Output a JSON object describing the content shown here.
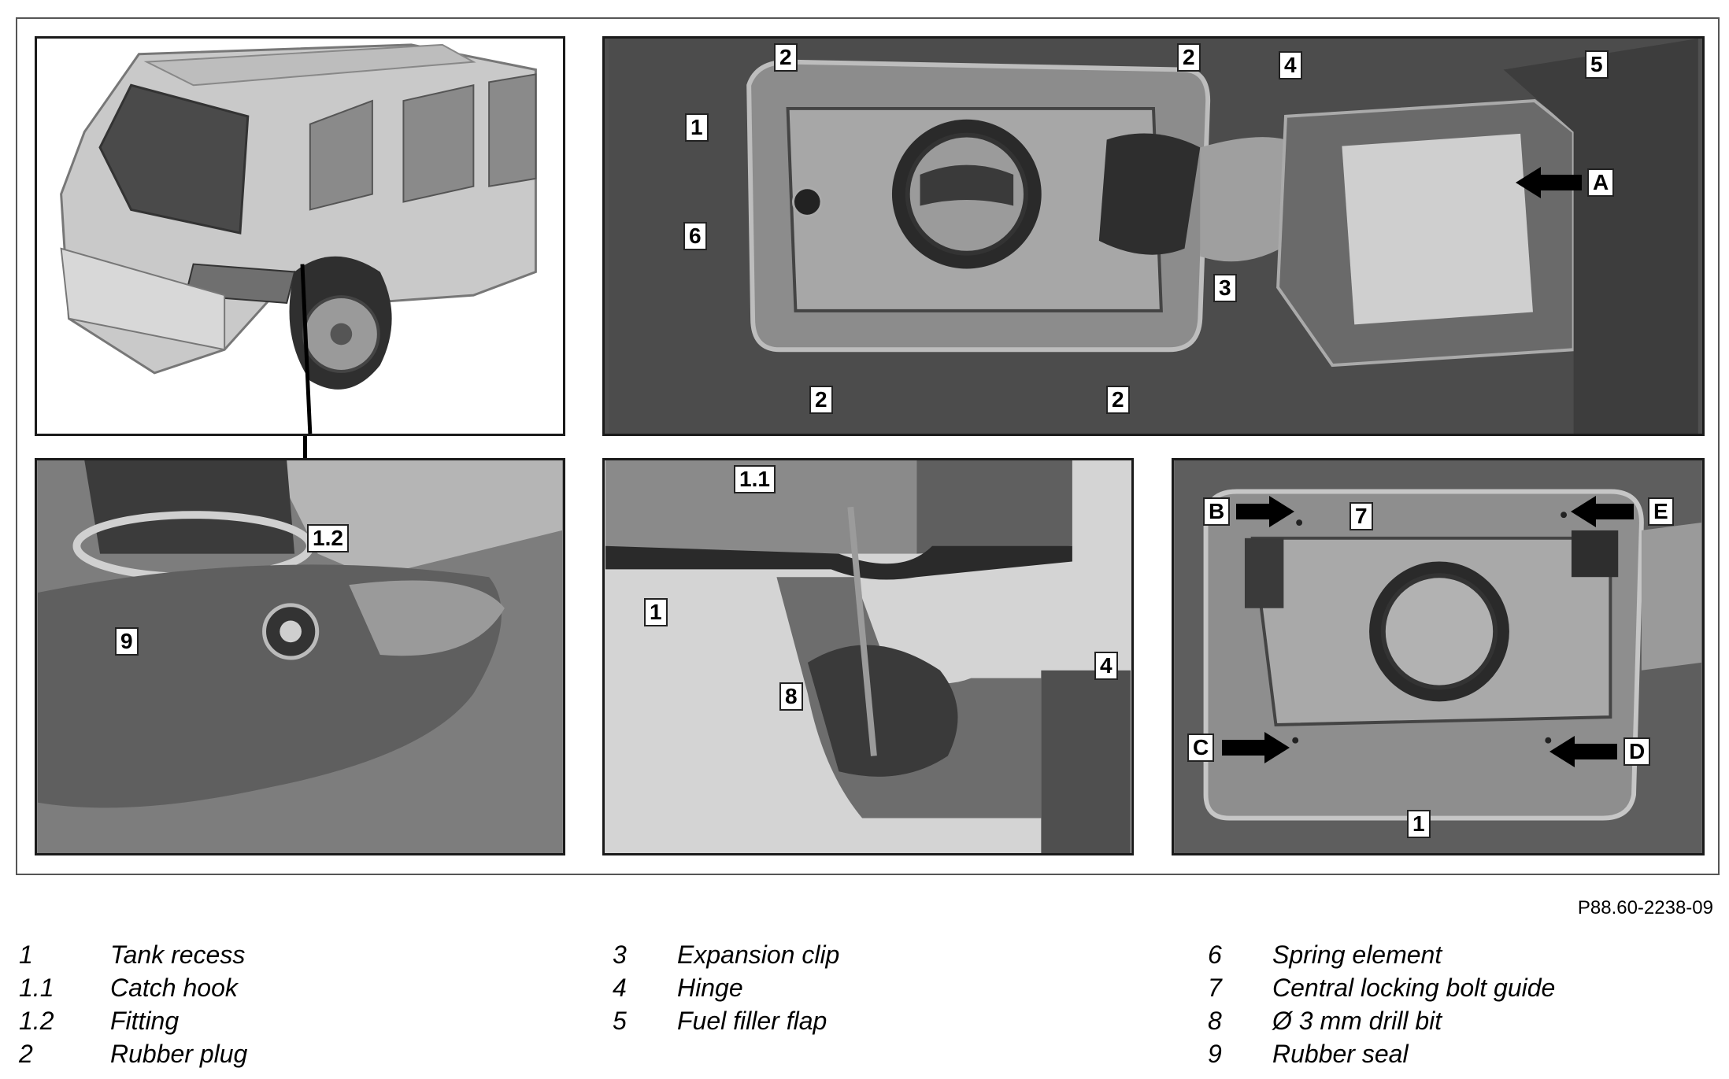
{
  "figure_ref": "P88.60-2238-09",
  "panels": {
    "top_right": {
      "callouts": [
        "2",
        "2",
        "1",
        "4",
        "5",
        "A",
        "6",
        "3",
        "2",
        "2"
      ]
    },
    "bottom_left": {
      "callouts": [
        "1.2",
        "9"
      ]
    },
    "bottom_middle": {
      "callouts": [
        "1.1",
        "1",
        "8",
        "4"
      ]
    },
    "bottom_right": {
      "callouts": [
        "B",
        "7",
        "E",
        "C",
        "D",
        "1"
      ]
    }
  },
  "legend": [
    {
      "num": "1",
      "text": "Tank recess"
    },
    {
      "num": "1.1",
      "text": "Catch hook"
    },
    {
      "num": "1.2",
      "text": "Fitting"
    },
    {
      "num": "2",
      "text": "Rubber plug"
    },
    {
      "num": "3",
      "text": "Expansion clip"
    },
    {
      "num": "4",
      "text": "Hinge"
    },
    {
      "num": "5",
      "text": "Fuel filler flap"
    },
    {
      "num": "6",
      "text": "Spring element"
    },
    {
      "num": "7",
      "text": "Central locking bolt guide"
    },
    {
      "num": "8",
      "text": "Ø 3 mm drill bit"
    },
    {
      "num": "9",
      "text": "Rubber seal"
    }
  ]
}
